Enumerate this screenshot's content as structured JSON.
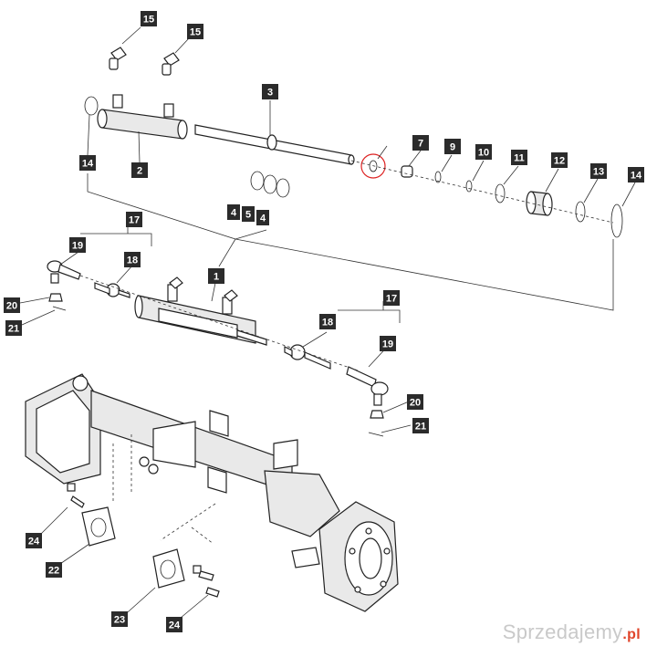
{
  "diagram": {
    "callouts": [
      {
        "id": "c15a",
        "label": "15"
      },
      {
        "id": "c15b",
        "label": "15"
      },
      {
        "id": "c3",
        "label": "3"
      },
      {
        "id": "c7",
        "label": "7"
      },
      {
        "id": "c9",
        "label": "9"
      },
      {
        "id": "c10",
        "label": "10"
      },
      {
        "id": "c11",
        "label": "11"
      },
      {
        "id": "c12",
        "label": "12"
      },
      {
        "id": "c13",
        "label": "13"
      },
      {
        "id": "c14a",
        "label": "14"
      },
      {
        "id": "c14b",
        "label": "14"
      },
      {
        "id": "c2",
        "label": "2"
      },
      {
        "id": "c4a",
        "label": "4"
      },
      {
        "id": "c5",
        "label": "5"
      },
      {
        "id": "c4b",
        "label": "4"
      },
      {
        "id": "c17a",
        "label": "17"
      },
      {
        "id": "c19a",
        "label": "19"
      },
      {
        "id": "c18a",
        "label": "18"
      },
      {
        "id": "c1",
        "label": "1"
      },
      {
        "id": "c20a",
        "label": "20"
      },
      {
        "id": "c21a",
        "label": "21"
      },
      {
        "id": "c17b",
        "label": "17"
      },
      {
        "id": "c18b",
        "label": "18"
      },
      {
        "id": "c19b",
        "label": "19"
      },
      {
        "id": "c20b",
        "label": "20"
      },
      {
        "id": "c21b",
        "label": "21"
      },
      {
        "id": "c24a",
        "label": "24"
      },
      {
        "id": "c22",
        "label": "22"
      },
      {
        "id": "c23",
        "label": "23"
      },
      {
        "id": "c24b",
        "label": "24"
      }
    ]
  },
  "watermark": {
    "brand": "Sprzedajemy",
    "suffix": ".pl",
    "accent": "#e0442a"
  }
}
